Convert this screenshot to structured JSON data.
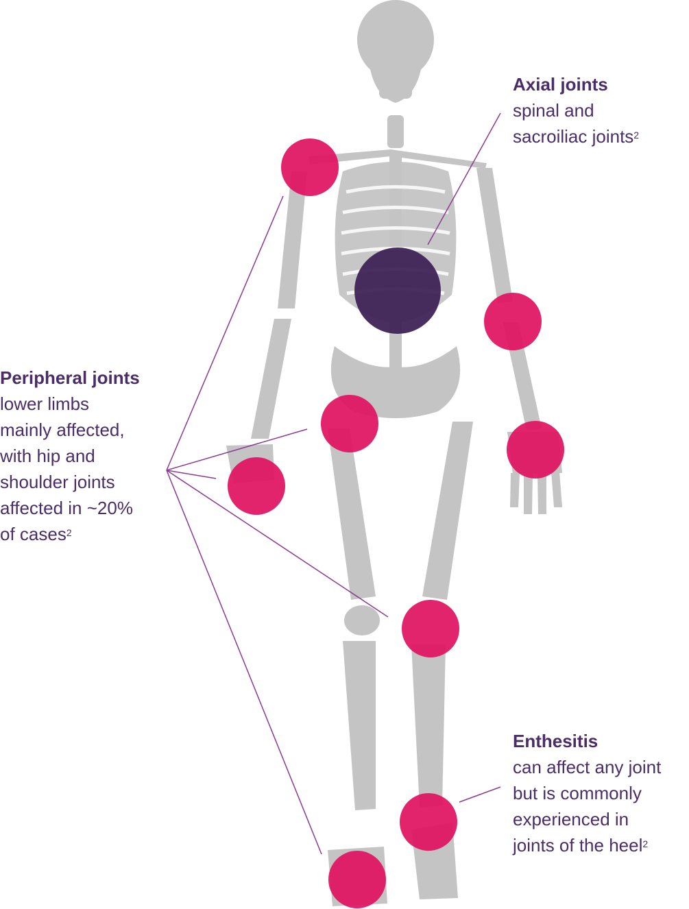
{
  "callouts": {
    "axial": {
      "title": "Axial joints",
      "lines": [
        "spinal and",
        "sacroiliac joints"
      ],
      "footnote": "2"
    },
    "peripheral": {
      "title": "Peripheral joints",
      "lines": [
        "lower limbs",
        "mainly affected,",
        "with hip and",
        "shoulder joints",
        "affected in ~20%",
        "of cases"
      ],
      "footnote": "2"
    },
    "enthesitis": {
      "title": "Enthesitis",
      "lines": [
        "can affect any joint",
        "but is commonly",
        "experienced in",
        "joints of the heel"
      ],
      "footnote": "2"
    }
  },
  "colors": {
    "text": "#4a2d66",
    "bone": "#c4c4c4",
    "peripheral_marker": "#e0115f",
    "axial_marker": "#3f2457",
    "leader_line": "#8a3a8f"
  },
  "markers": [
    "right-shoulder",
    "spine",
    "left-elbow",
    "right-hip",
    "right-wrist",
    "left-wrist",
    "left-knee",
    "left-heel",
    "right-foot"
  ]
}
